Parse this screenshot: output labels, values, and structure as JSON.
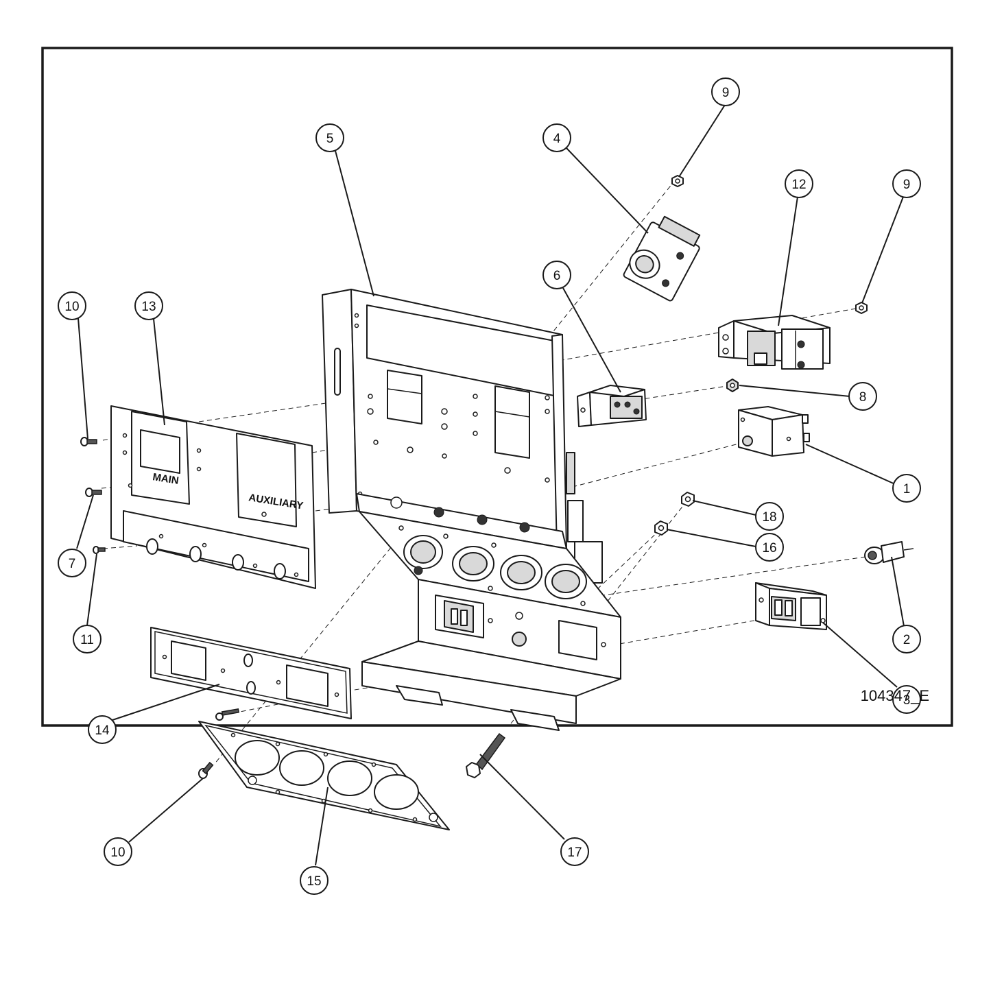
{
  "drawing": {
    "drawing_number": "104347_E",
    "panel_labels": {
      "main": "MAIN",
      "auxiliary": "AUXILIARY"
    }
  },
  "callouts": [
    {
      "id": "c1",
      "label": "1"
    },
    {
      "id": "c2",
      "label": "2"
    },
    {
      "id": "c3",
      "label": "3"
    },
    {
      "id": "c4",
      "label": "4"
    },
    {
      "id": "c5",
      "label": "5"
    },
    {
      "id": "c6",
      "label": "6"
    },
    {
      "id": "c7",
      "label": "7"
    },
    {
      "id": "c8",
      "label": "8"
    },
    {
      "id": "c9a",
      "label": "9"
    },
    {
      "id": "c9b",
      "label": "9"
    },
    {
      "id": "c10a",
      "label": "10"
    },
    {
      "id": "c10b",
      "label": "10"
    },
    {
      "id": "c11",
      "label": "11"
    },
    {
      "id": "c12",
      "label": "12"
    },
    {
      "id": "c13",
      "label": "13"
    },
    {
      "id": "c14",
      "label": "14"
    },
    {
      "id": "c15",
      "label": "15"
    },
    {
      "id": "c16",
      "label": "16"
    },
    {
      "id": "c17",
      "label": "17"
    },
    {
      "id": "c18",
      "label": "18"
    }
  ]
}
